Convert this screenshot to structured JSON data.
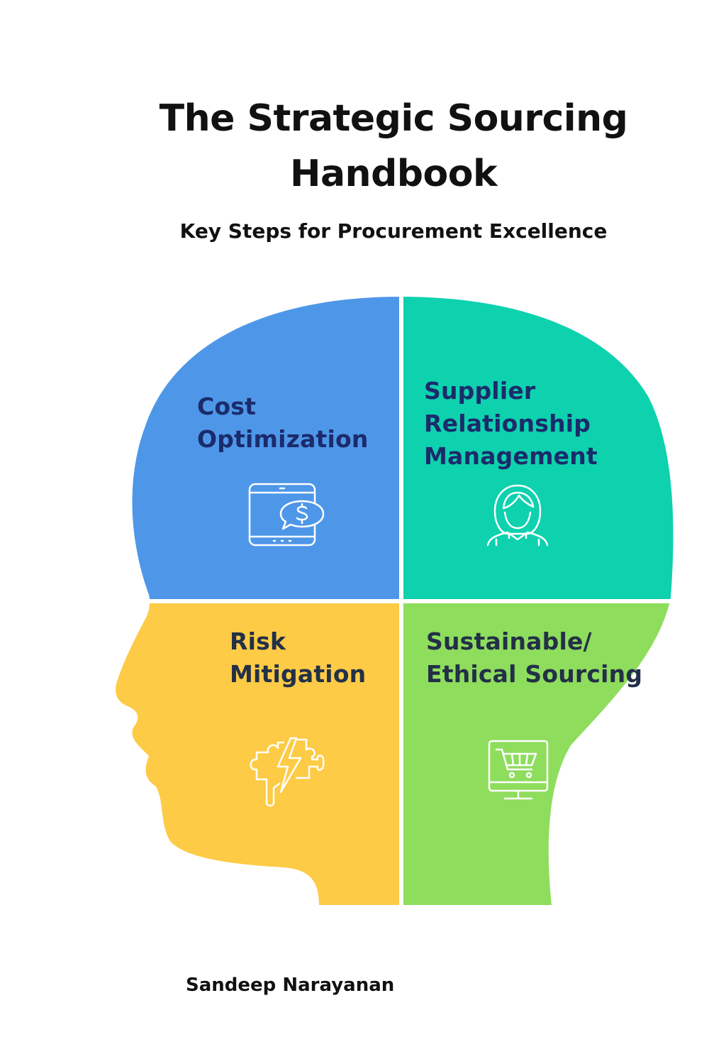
{
  "cover": {
    "title_line1": "The Strategic Sourcing",
    "title_line2": "Handbook",
    "subtitle": "Key Steps for Procurement Excellence",
    "author": "Sandeep Narayanan"
  },
  "quadrants": [
    {
      "label_lines": [
        "Cost",
        "Optimization"
      ],
      "icon": "tablet-dollar-chat-icon",
      "color": "#4e97e8"
    },
    {
      "label_lines": [
        "Supplier",
        "Relationship",
        "Management"
      ],
      "icon": "person-icon",
      "color": "#0ed1ae"
    },
    {
      "label_lines": [
        "Risk",
        "Mitigation"
      ],
      "icon": "puzzle-lightning-icon",
      "color": "#fdcb45"
    },
    {
      "label_lines": [
        "Sustainable/",
        "Ethical Sourcing"
      ],
      "icon": "monitor-cart-icon",
      "color": "#8edd5d"
    }
  ],
  "colors": {
    "text": "#111111",
    "label_dark_blue": "#1b2b6b",
    "icon_stroke": "#ffffff",
    "divider": "#ffffff"
  }
}
